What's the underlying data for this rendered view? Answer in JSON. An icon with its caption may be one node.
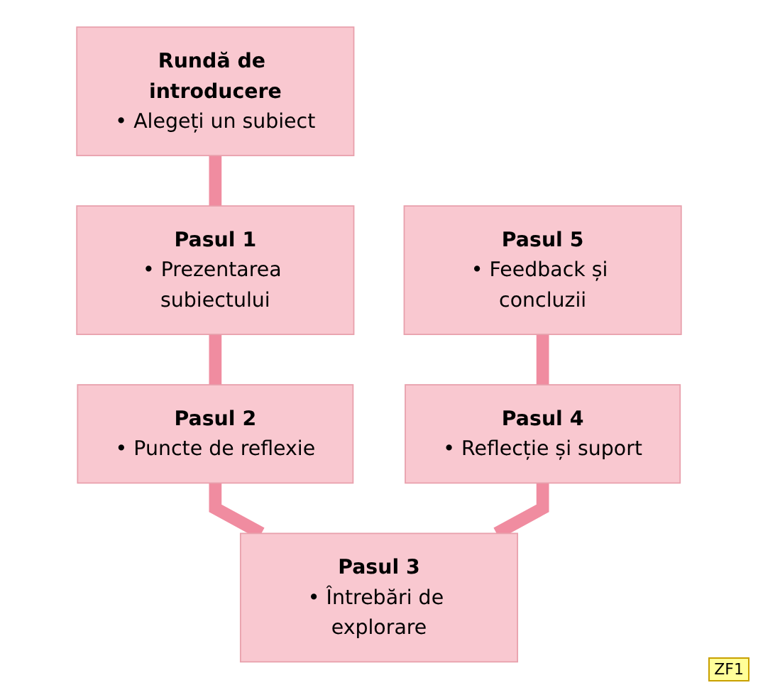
{
  "diagram": {
    "nodes": [
      {
        "text": [
          "Rundă de introducere",
          "• Alegeți un subiect"
        ]
      },
      {
        "text": [
          "Pasul 1",
          "• Prezentarea subiectului"
        ]
      },
      {
        "text": [
          "Pasul 2",
          "• Puncte de reflexie"
        ]
      },
      {
        "text": [
          "Pasul 3",
          "• Întrebări de explorare"
        ]
      },
      {
        "text": [
          "Pasul 4",
          "• Reflecție și suport"
        ]
      },
      {
        "text": [
          "Pasul 5",
          "• Feedback și concluzii"
        ]
      }
    ],
    "edges": [
      {
        "from": 0,
        "to": 1,
        "arrow": "none"
      },
      {
        "from": 1,
        "to": 2,
        "arrow": "none"
      },
      {
        "from": 2,
        "to": 3,
        "arrow": "none"
      },
      {
        "from": 3,
        "to": 4,
        "arrow": "none"
      },
      {
        "from": 4,
        "to": 5,
        "arrow": "none"
      }
    ],
    "labels": [
      "ZF1"
    ]
  }
}
